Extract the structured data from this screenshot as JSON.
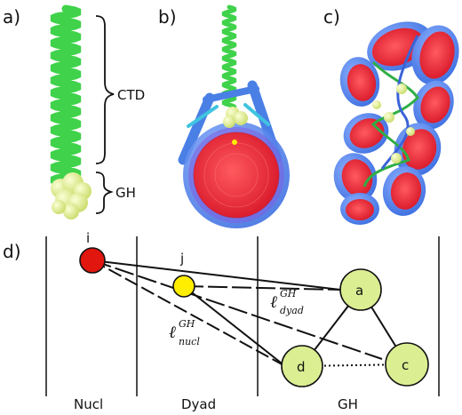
{
  "panels": {
    "a": "a)",
    "b": "b)",
    "c": "c)",
    "d": "d)"
  },
  "annotations": {
    "ctd": "CTD",
    "gh": "GH"
  },
  "columns": [
    "Nucl",
    "Dyad",
    "GH"
  ],
  "nodes": {
    "i": "i",
    "j": "j",
    "a": "a",
    "c": "c",
    "d": "d"
  },
  "math": {
    "ell": "ℓ",
    "sup": "GH",
    "sub_dyad": "dyad",
    "sub_nucl": "nucl"
  },
  "colors": {
    "linker_green": "#3fd24a",
    "gh_yellow": "#e6ef9a",
    "nucleosome_red": "#f0363a",
    "nucleosome_blue": "#4a7fe6",
    "node_i": "#e0160f",
    "node_j": "#ffee00",
    "node_gh": "#dbee92"
  }
}
